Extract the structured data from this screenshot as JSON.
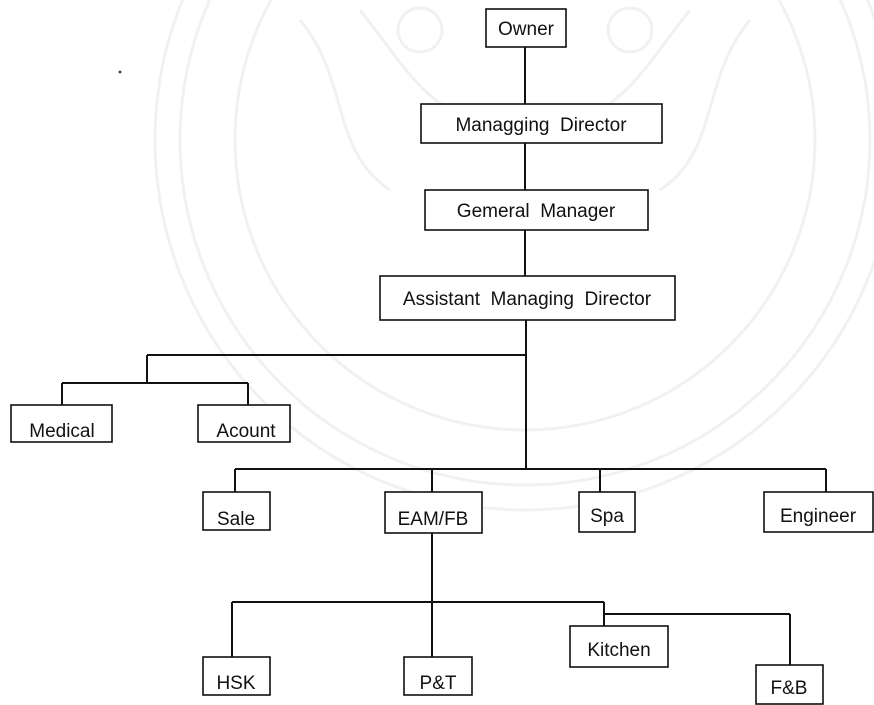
{
  "org_chart": {
    "nodes": [
      {
        "id": "owner",
        "label": "Owner"
      },
      {
        "id": "managing-director",
        "label": "Managging  Director"
      },
      {
        "id": "general-manager",
        "label": "Gemeral  Manager"
      },
      {
        "id": "assistant-managing-director",
        "label": "Assistant  Managing  Director"
      },
      {
        "id": "medical",
        "label": "Medical"
      },
      {
        "id": "acount",
        "label": "Acount"
      },
      {
        "id": "sale",
        "label": "Sale"
      },
      {
        "id": "eam-fb",
        "label": "EAM/FB"
      },
      {
        "id": "spa",
        "label": "Spa"
      },
      {
        "id": "engineer",
        "label": "Engineer"
      },
      {
        "id": "hsk",
        "label": "HSK"
      },
      {
        "id": "p-and-t",
        "label": "P&T"
      },
      {
        "id": "kitchen",
        "label": "Kitchen"
      },
      {
        "id": "f-and-b",
        "label": "F&B"
      }
    ],
    "edges": [
      [
        "owner",
        "managing-director"
      ],
      [
        "managing-director",
        "general-manager"
      ],
      [
        "general-manager",
        "assistant-managing-director"
      ],
      [
        "assistant-managing-director",
        "medical"
      ],
      [
        "assistant-managing-director",
        "acount"
      ],
      [
        "assistant-managing-director",
        "sale"
      ],
      [
        "assistant-managing-director",
        "eam-fb"
      ],
      [
        "assistant-managing-director",
        "spa"
      ],
      [
        "assistant-managing-director",
        "engineer"
      ],
      [
        "eam-fb",
        "hsk"
      ],
      [
        "eam-fb",
        "p-and-t"
      ],
      [
        "eam-fb",
        "kitchen"
      ],
      [
        "eam-fb",
        "f-and-b"
      ]
    ]
  },
  "colors": {
    "line": "#111111",
    "box_border": "#111111",
    "text": "#111111",
    "background": "#ffffff",
    "watermark": "#9a9a9a"
  },
  "watermark": {
    "type": "university seal (faded, background)"
  }
}
